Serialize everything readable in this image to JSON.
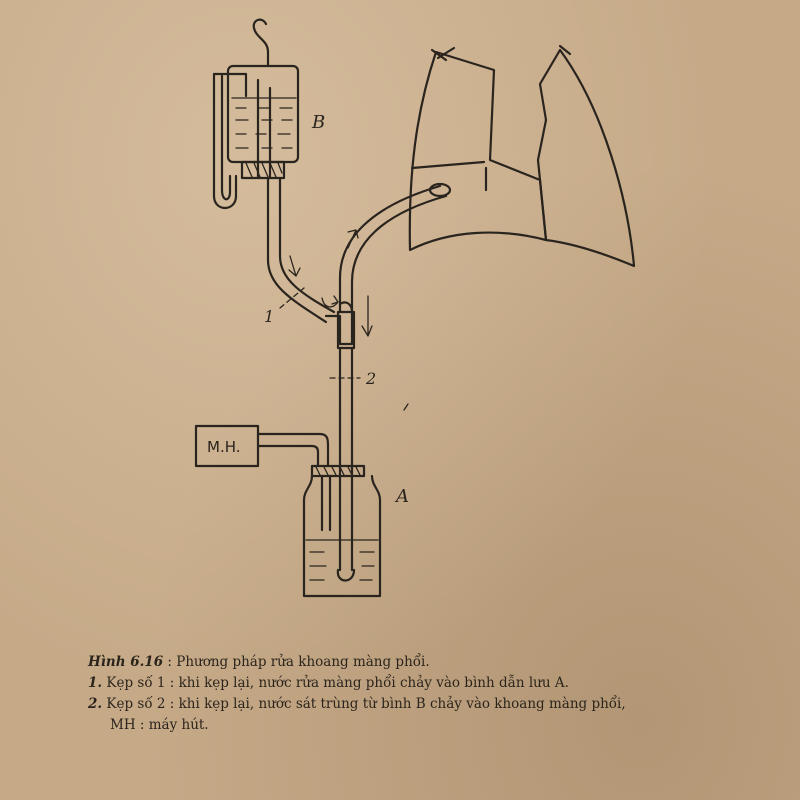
{
  "labels": {
    "bottle_b": "B",
    "bottle_a": "A",
    "machine": "M.H.",
    "clamp_1": "1",
    "clamp_2": "2"
  },
  "caption": {
    "figure_ref": "Hình 6.16",
    "figure_title": ": Phương pháp rửa khoang màng phổi.",
    "note1_num": "1.",
    "note1_text": "Kẹp số 1 : khi kẹp lại, nước rửa màng phổi chảy vào bình dẫn lưu A.",
    "note2_num": "2.",
    "note2_text": "Kẹp số 2 : khi kẹp lại, nước sát trùng từ bình B chảy vào khoang màng phổi,",
    "note3_text": "MH : máy hút."
  },
  "colors": {
    "paper": "#c6aa88",
    "ink": "#2a241e"
  }
}
